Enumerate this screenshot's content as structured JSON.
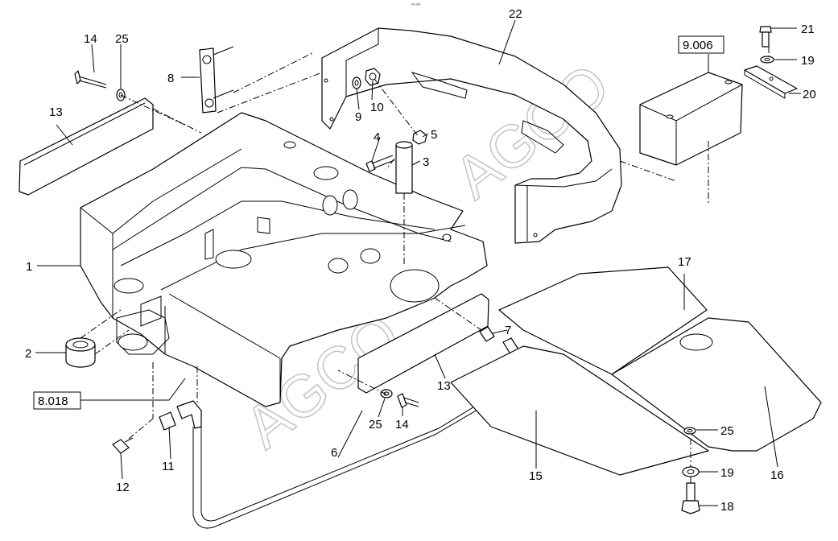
{
  "diagram": {
    "header_mark": "⁰⁰ ⁰⁰⁰",
    "watermark_text": "AGCO",
    "callouts": [
      {
        "id": "c1",
        "text": "1"
      },
      {
        "id": "c2",
        "text": "2"
      },
      {
        "id": "c3",
        "text": "3"
      },
      {
        "id": "c4",
        "text": "4"
      },
      {
        "id": "c5",
        "text": "5"
      },
      {
        "id": "c6",
        "text": "6"
      },
      {
        "id": "c7",
        "text": "7"
      },
      {
        "id": "c8",
        "text": "8"
      },
      {
        "id": "c9",
        "text": "9"
      },
      {
        "id": "c10",
        "text": "10"
      },
      {
        "id": "c11",
        "text": "11"
      },
      {
        "id": "c12",
        "text": "12"
      },
      {
        "id": "c13a",
        "text": "13"
      },
      {
        "id": "c13b",
        "text": "13"
      },
      {
        "id": "c14a",
        "text": "14"
      },
      {
        "id": "c14b",
        "text": "14"
      },
      {
        "id": "c15",
        "text": "15"
      },
      {
        "id": "c16",
        "text": "16"
      },
      {
        "id": "c17",
        "text": "17"
      },
      {
        "id": "c18",
        "text": "18"
      },
      {
        "id": "c19a",
        "text": "19"
      },
      {
        "id": "c19b",
        "text": "19"
      },
      {
        "id": "c20",
        "text": "20"
      },
      {
        "id": "c21",
        "text": "21"
      },
      {
        "id": "c22",
        "text": "22"
      },
      {
        "id": "c25a",
        "text": "25"
      },
      {
        "id": "c25b",
        "text": "25"
      },
      {
        "id": "c25c",
        "text": "25"
      }
    ],
    "references": [
      {
        "id": "r9006",
        "text": "9.006"
      },
      {
        "id": "r8018",
        "text": "8.018"
      }
    ]
  }
}
